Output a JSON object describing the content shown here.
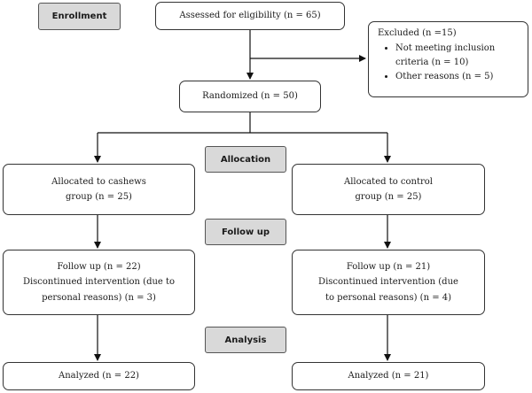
{
  "stages": {
    "enrollment": "Enrollment",
    "allocation": "Allocation",
    "follow_up": "Follow up",
    "analysis": "Analysis"
  },
  "assessed": "Assessed for eligibility (n = 65)",
  "excluded": {
    "title": "Excluded (n =15)",
    "reasons": [
      "Not meeting inclusion criteria (n = 10)",
      "Other reasons (n = 5)"
    ]
  },
  "randomized": "Randomized (n = 50)",
  "left_arm": {
    "allocated_line1": "Allocated to cashews",
    "allocated_line2": "group (n = 25)",
    "followup_line1": "Follow up (n = 22)",
    "followup_line2": "Discontinued intervention (due to",
    "followup_line3": "personal reasons) (n = 3)",
    "analyzed": "Analyzed (n = 22)"
  },
  "right_arm": {
    "allocated_line1": "Allocated to control",
    "allocated_line2": "group (n = 25)",
    "followup_line1": "Follow up (n = 21)",
    "followup_line2": "Discontinued intervention (due",
    "followup_line3": "to personal reasons) (n = 4)",
    "analyzed": "Analyzed (n = 21)"
  }
}
